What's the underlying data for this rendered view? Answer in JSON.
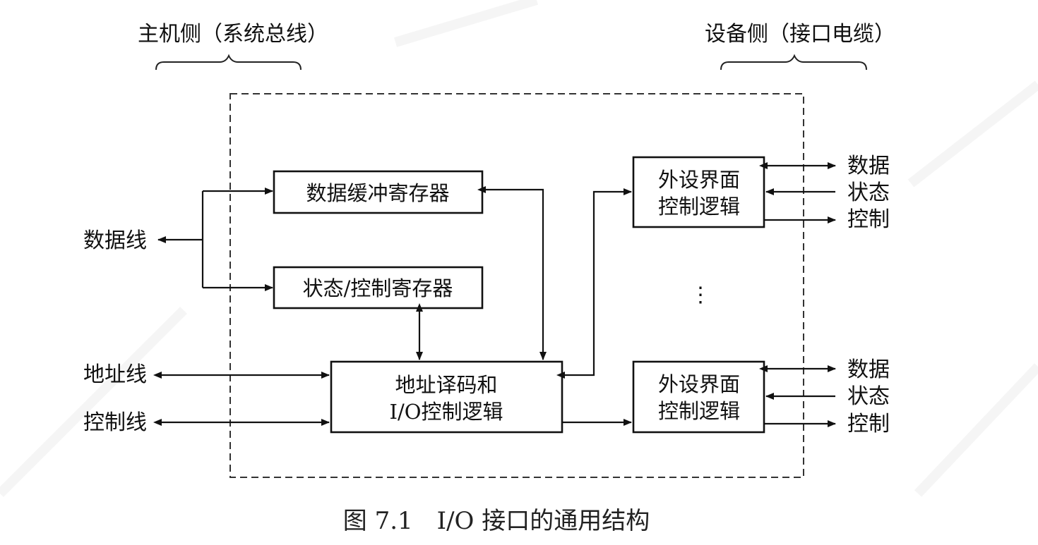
{
  "header": {
    "host_side": "主机侧（系统总线）",
    "device_side": "设备侧（接口电缆）"
  },
  "left_signals": {
    "data_line": "数据线",
    "address_line": "地址线",
    "control_line": "控制线"
  },
  "boxes": {
    "data_buffer": "数据缓冲寄存器",
    "status_control": "状态/控制寄存器",
    "decoder_line1": "地址译码和",
    "decoder_line2": "I/O控制逻辑",
    "peripheral_line1": "外设界面",
    "peripheral_line2": "控制逻辑"
  },
  "right_signals": {
    "data": "数据",
    "status": "状态",
    "control": "控制"
  },
  "ellipsis": "⋮",
  "caption": "图 7.1　I/O 接口的通用结构",
  "colors": {
    "ink": "#111111",
    "background": "#ffffff"
  }
}
